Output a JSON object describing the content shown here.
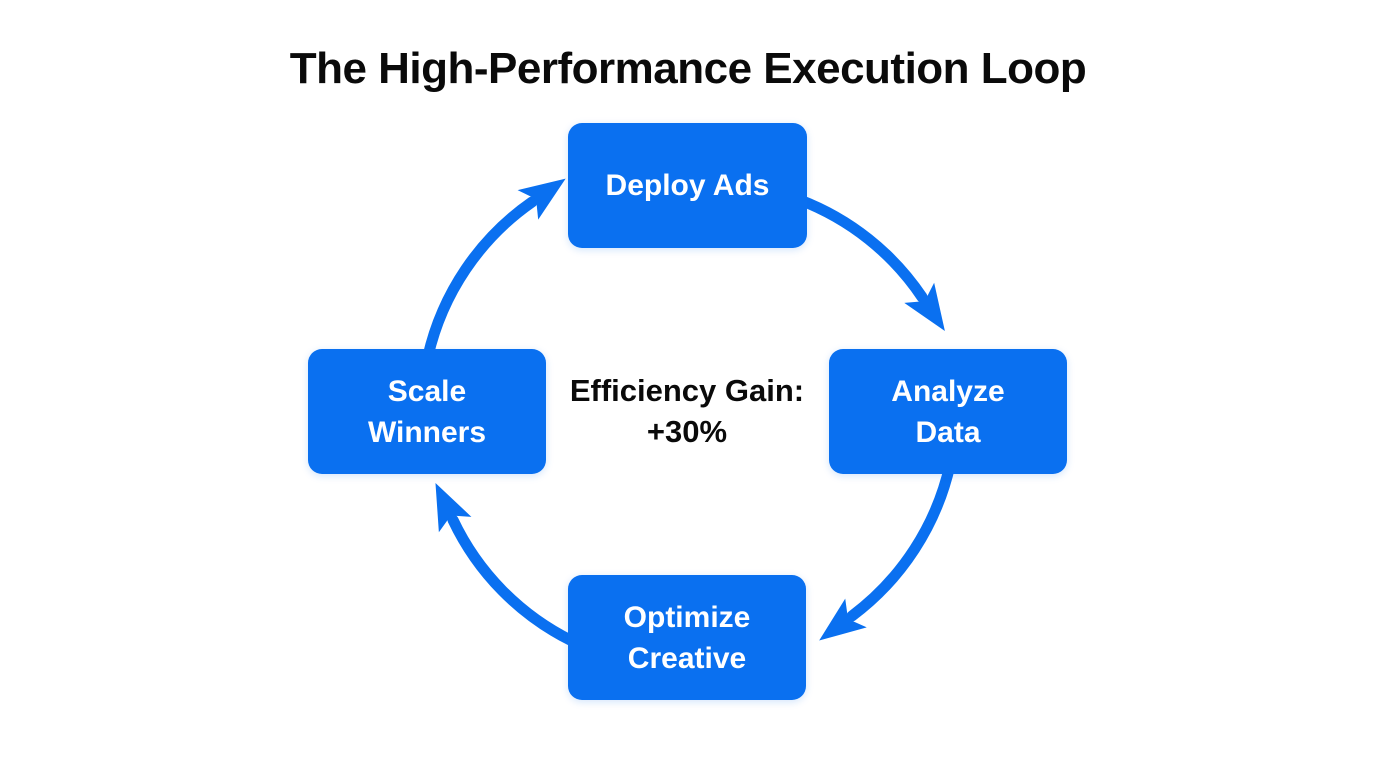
{
  "title": "The High-Performance Execution Loop",
  "center_label": {
    "line1": "Efficiency Gain:",
    "line2": "+30%"
  },
  "nodes": [
    {
      "id": "deploy-ads",
      "line1": "Deploy Ads",
      "line2": ""
    },
    {
      "id": "analyze-data",
      "line1": "Analyze",
      "line2": "Data"
    },
    {
      "id": "optimize-creative",
      "line1": "Optimize",
      "line2": "Creative"
    },
    {
      "id": "scale-winners",
      "line1": "Scale",
      "line2": "Winners"
    }
  ],
  "flow": {
    "direction": "clockwise",
    "sequence": [
      "Deploy Ads",
      "Analyze Data",
      "Optimize Creative",
      "Scale Winners"
    ]
  },
  "colors": {
    "node_fill": "#0a70f0",
    "node_text": "#ffffff",
    "arrow": "#0a70f0",
    "title_text": "#0a0a0a",
    "background": "#ffffff"
  }
}
